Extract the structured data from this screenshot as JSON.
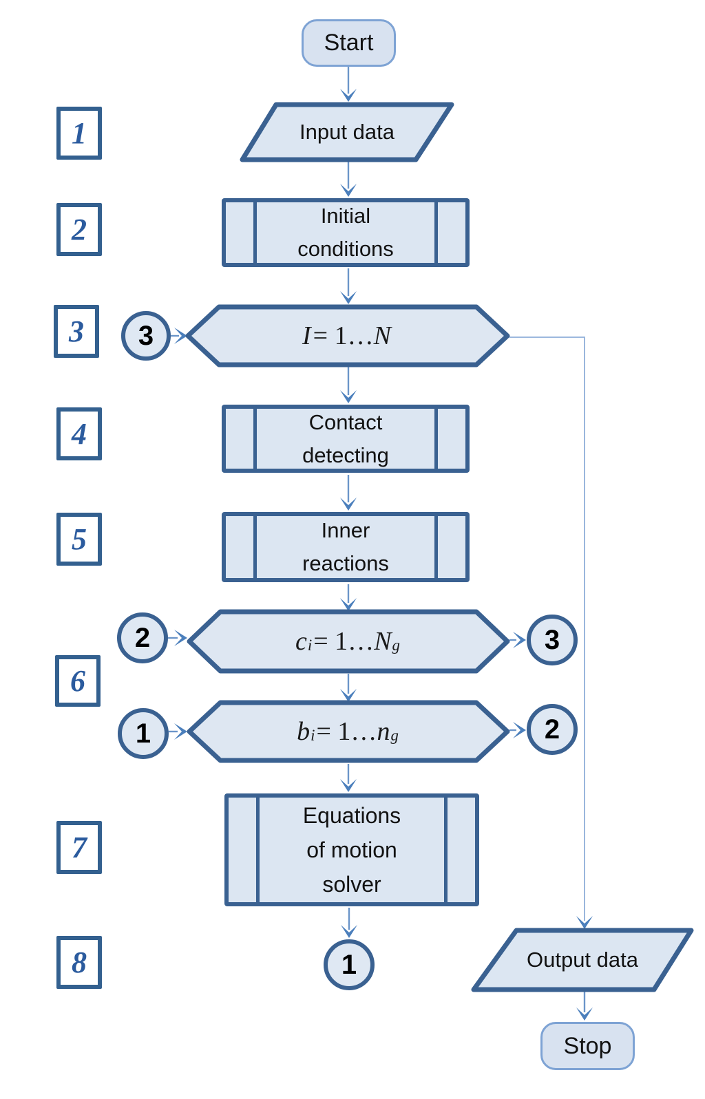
{
  "colors": {
    "border_dark": "#3a6191",
    "fill_light": "#dce6f2",
    "terminator_border": "#7ea3d4",
    "terminator_fill": "#d8e2f0",
    "arrow_head": "#4b7fbc",
    "step_number_blue": "#2b5b9e"
  },
  "nodes": {
    "start": {
      "label": "Start"
    },
    "input_data": {
      "label": "Input data"
    },
    "initial_conditions": {
      "lines": [
        "Initial",
        "conditions"
      ]
    },
    "loop_outer": {
      "var": "I",
      "var_sub": "",
      "middle": " = 1…",
      "limit": "N",
      "limit_sub": ""
    },
    "contact_detecting": {
      "lines": [
        "Contact",
        "detecting"
      ]
    },
    "inner_reactions": {
      "lines": [
        "Inner",
        "reactions"
      ]
    },
    "loop_contacts": {
      "var": "c",
      "var_sub": "i",
      "middle": " = 1…",
      "limit": "N",
      "limit_sub": "g"
    },
    "loop_bonds": {
      "var": "b",
      "var_sub": "i",
      "middle": " = 1…",
      "limit": "n",
      "limit_sub": "g"
    },
    "equations_solver": {
      "lines": [
        "Equations",
        "of motion",
        "solver"
      ]
    },
    "output_data": {
      "label": "Output data"
    },
    "stop": {
      "label": "Stop"
    }
  },
  "step_numbers": [
    "1",
    "2",
    "3",
    "4",
    "5",
    "6",
    "7",
    "8"
  ],
  "connector_labels": {
    "left_3": "3",
    "left_2": "2",
    "left_1": "1",
    "right_3": "3",
    "right_2": "2",
    "bottom_1": "1"
  }
}
